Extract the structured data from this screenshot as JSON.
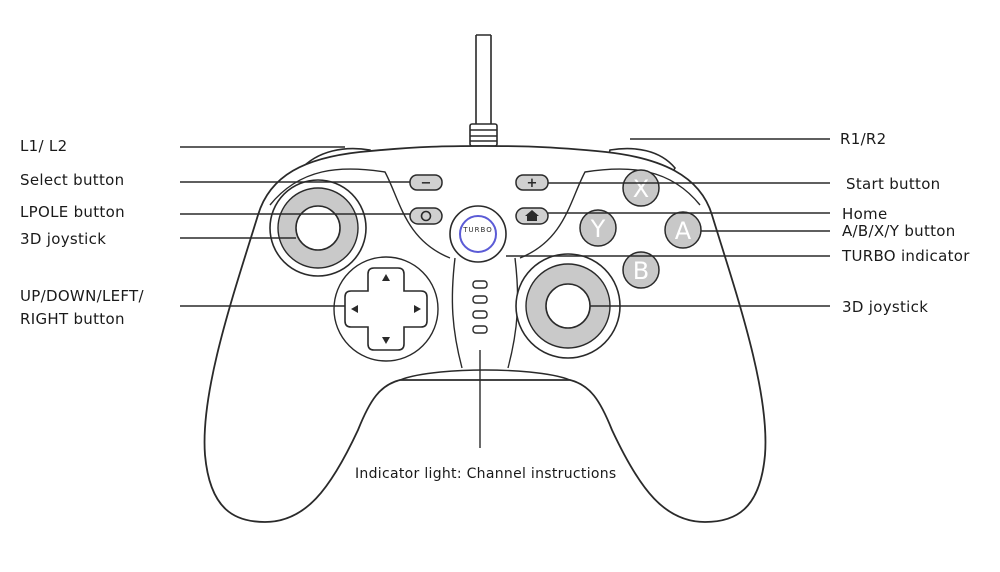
{
  "diagram": {
    "labels": {
      "l1_l2": "L1/ L2",
      "select_button": "Select button",
      "lpole_button": "LPOLE button",
      "left_joystick": "3D joystick",
      "dpad_line1": "UP/DOWN/LEFT/",
      "dpad_line2": "RIGHT button",
      "r1_r2": "R1/R2",
      "start_button": "Start button",
      "home": "Home",
      "abxy_button": "A/B/X/Y button",
      "turbo_indicator": "TURBO indicator",
      "right_joystick": "3D joystick",
      "indicator_light": "Indicator light:  Channel instructions"
    },
    "buttons": {
      "x": "X",
      "y": "Y",
      "a": "A",
      "b": "B",
      "turbo": "TURBO",
      "minus": "−",
      "plus": "+"
    },
    "colors": {
      "outline": "#2a2a2a",
      "face_button": "#c8c8c8",
      "joystick_ring": "#c9c9c9",
      "turbo_ring": "#5b5bd6"
    }
  }
}
